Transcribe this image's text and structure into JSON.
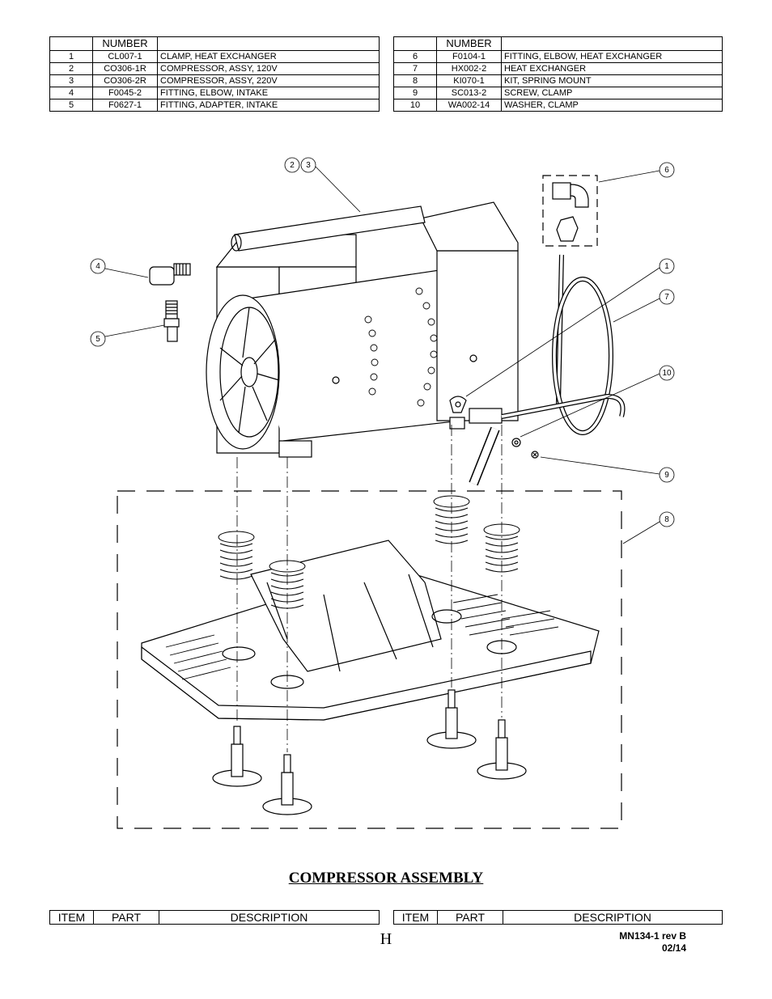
{
  "parts_table_left": {
    "header": {
      "item": "",
      "part": "NUMBER",
      "description": ""
    },
    "rows": [
      {
        "item": "1",
        "part": "CL007-1",
        "description": "CLAMP, HEAT EXCHANGER"
      },
      {
        "item": "2",
        "part": "CO306-1R",
        "description": "COMPRESSOR, ASSY, 120V"
      },
      {
        "item": "3",
        "part": "CO306-2R",
        "description": "COMPRESSOR, ASSY, 220V"
      },
      {
        "item": "4",
        "part": "F0045-2",
        "description": "FITTING, ELBOW, INTAKE"
      },
      {
        "item": "5",
        "part": "F0627-1",
        "description": "FITTING, ADAPTER, INTAKE"
      }
    ]
  },
  "parts_table_right": {
    "header": {
      "item": "",
      "part": "NUMBER",
      "description": ""
    },
    "rows": [
      {
        "item": "6",
        "part": "F0104-1",
        "description": "FITTING, ELBOW, HEAT EXCHANGER"
      },
      {
        "item": "7",
        "part": "HX002-2",
        "description": "HEAT EXCHANGER"
      },
      {
        "item": "8",
        "part": "KI070-1",
        "description": "KIT, SPRING MOUNT"
      },
      {
        "item": "9",
        "part": "SC013-2",
        "description": "SCREW, CLAMP"
      },
      {
        "item": "10",
        "part": "WA002-14",
        "description": "WASHER, CLAMP"
      }
    ]
  },
  "drawing": {
    "callouts": [
      "2",
      "3",
      "6",
      "4",
      "1",
      "7",
      "5",
      "10",
      "9",
      "8"
    ]
  },
  "title": "COMPRESSOR ASSEMBLY",
  "bottom_header": {
    "item": "ITEM",
    "part": "PART",
    "description": "DESCRIPTION"
  },
  "page_letter": "H",
  "doc_ref": {
    "line1": "MN134-1 rev B",
    "line2": "02/14"
  }
}
